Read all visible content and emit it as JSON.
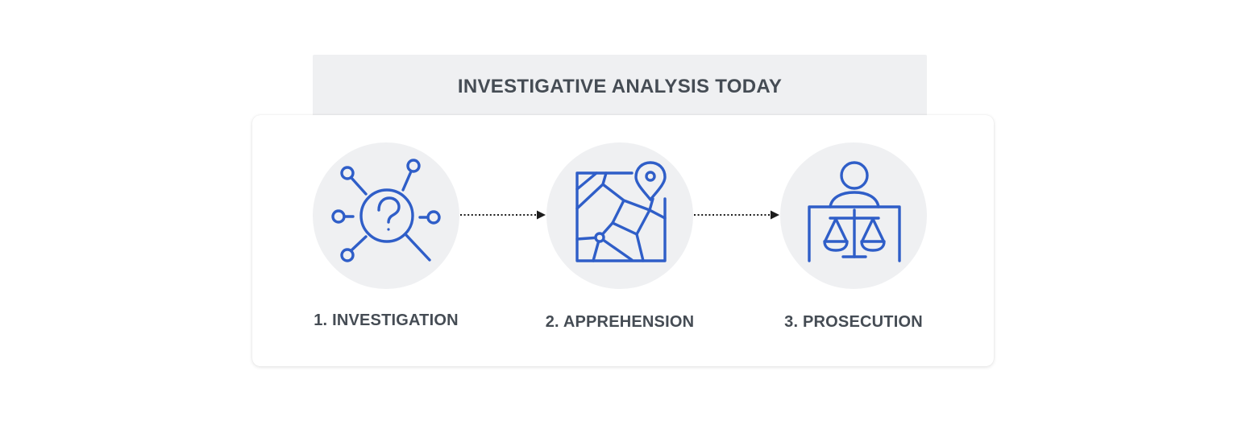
{
  "title": "INVESTIGATIVE ANALYSIS TODAY",
  "steps": [
    {
      "label": "1. INVESTIGATION",
      "icon": "magnifier-question-network-icon"
    },
    {
      "label": "2. APPREHENSION",
      "icon": "map-location-pin-icon"
    },
    {
      "label": "3. PROSECUTION",
      "icon": "judge-scales-icon"
    }
  ],
  "colors": {
    "icon_stroke": "#2f5ec8",
    "circle_fill": "#eff0f2",
    "text": "#454c54",
    "arrow": "#1c1c1c"
  }
}
